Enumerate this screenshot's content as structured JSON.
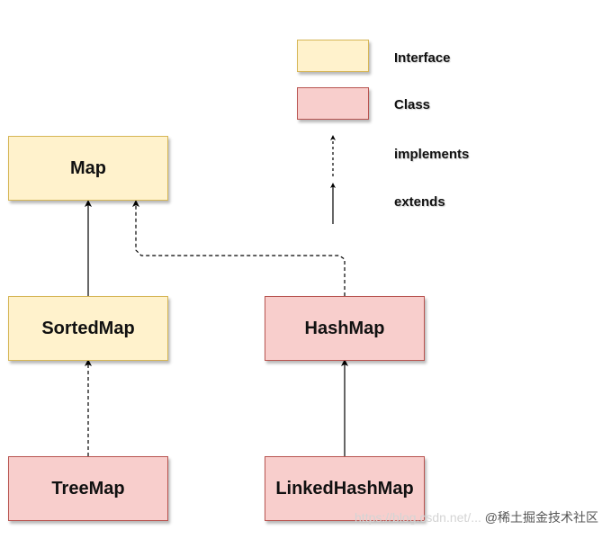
{
  "legend": {
    "interface_label": "Interface",
    "class_label": "Class",
    "implements_label": "implements",
    "extends_label": "extends"
  },
  "nodes": {
    "map": "Map",
    "sorted_map": "SortedMap",
    "hash_map": "HashMap",
    "tree_map": "TreeMap",
    "linked_hash_map": "LinkedHashMap"
  },
  "colors": {
    "interface_fill": "#fff2cc",
    "interface_stroke": "#d6b656",
    "class_fill": "#f8cecc",
    "class_stroke": "#b85450",
    "edge": "#000000"
  },
  "watermark": {
    "url_text": "https://blog.csdn.net/...",
    "brand_text": "@稀土掘金技术社区"
  }
}
